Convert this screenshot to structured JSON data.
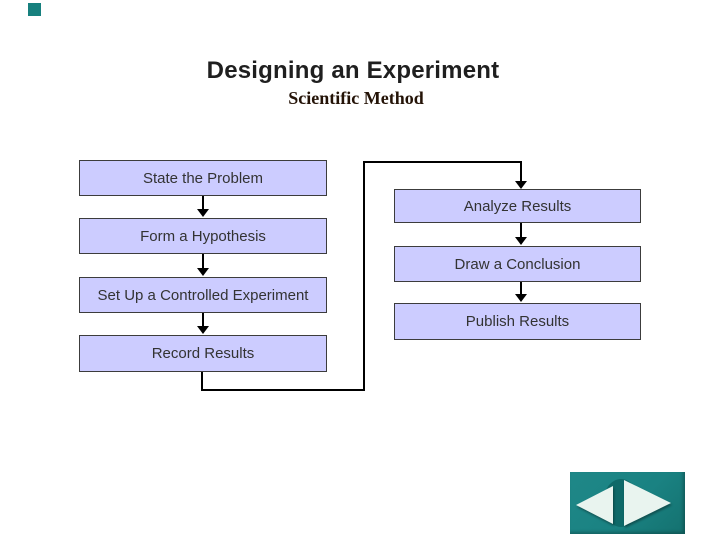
{
  "slide": {
    "title": "Designing an Experiment",
    "subtitle": "Scientific Method"
  },
  "flowchart": {
    "left_steps": [
      "State the Problem",
      "Form a Hypothesis",
      "Set Up a Controlled Experiment",
      "Record Results"
    ],
    "right_steps": [
      "Analyze Results",
      "Draw a Conclusion",
      "Publish Results"
    ],
    "flow_order": [
      "State the Problem",
      "Form a Hypothesis",
      "Set Up a Controlled Experiment",
      "Record Results",
      "Analyze Results",
      "Draw a Conclusion",
      "Publish Results"
    ]
  },
  "nav": {
    "back_icon": "left-triangle-icon",
    "forward_icon": "right-triangle-icon"
  },
  "colors": {
    "box_fill": "#CCCCFF",
    "box_border": "#3C3C3C",
    "box_text": "#333333",
    "title_text": "#1F1F1F",
    "subtitle_text": "#241307",
    "connector": "#000000",
    "nav_teal": "#1A8282",
    "nav_lens": "#0E6968",
    "nav_arrow": "#E9F4EF",
    "corner_marker": "#17807E"
  }
}
